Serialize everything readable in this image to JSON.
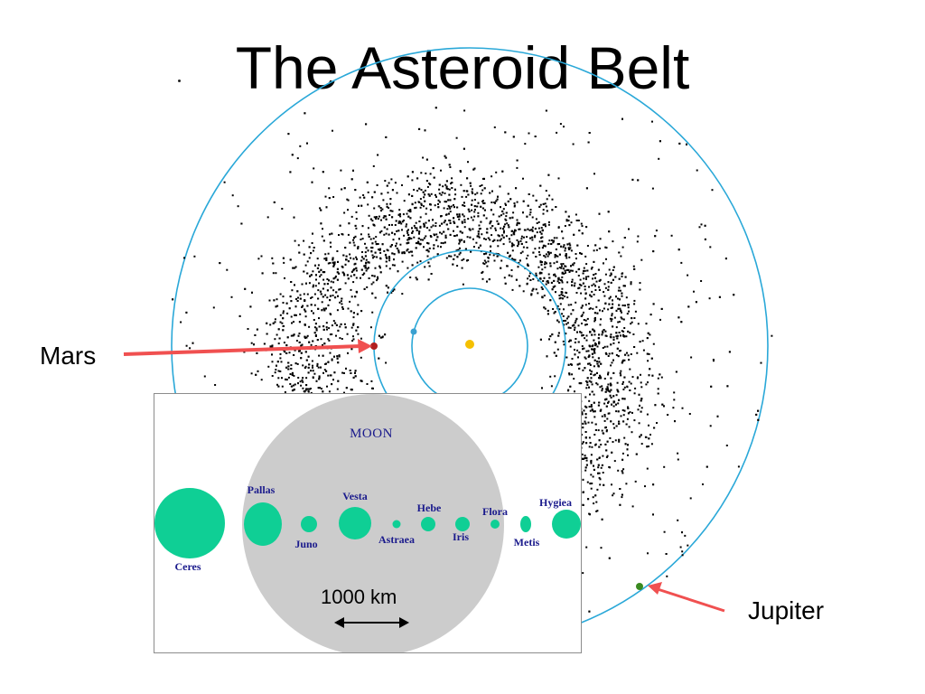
{
  "title": "The Asteroid Belt",
  "callouts": {
    "mars": "Mars",
    "jupiter": "Jupiter"
  },
  "inset": {
    "moon_label": "MOON",
    "scale_label": "1000 km",
    "bodies": [
      {
        "name": "Ceres"
      },
      {
        "name": "Pallas"
      },
      {
        "name": "Juno"
      },
      {
        "name": "Vesta"
      },
      {
        "name": "Astraea"
      },
      {
        "name": "Hebe"
      },
      {
        "name": "Iris"
      },
      {
        "name": "Flora"
      },
      {
        "name": "Metis"
      },
      {
        "name": "Hygiea"
      }
    ]
  },
  "colors": {
    "orbit": "#2aa8d8",
    "sun": "#f5c000",
    "mars": "#b02020",
    "earth": "#3aa0d0",
    "jupiter": "#3a8a20",
    "arrow": "#f05050",
    "asteroid": "#000000",
    "moon_disc": "#cccccc",
    "body_fill": "#0fcf95",
    "label_text": "#1a1a8c"
  }
}
